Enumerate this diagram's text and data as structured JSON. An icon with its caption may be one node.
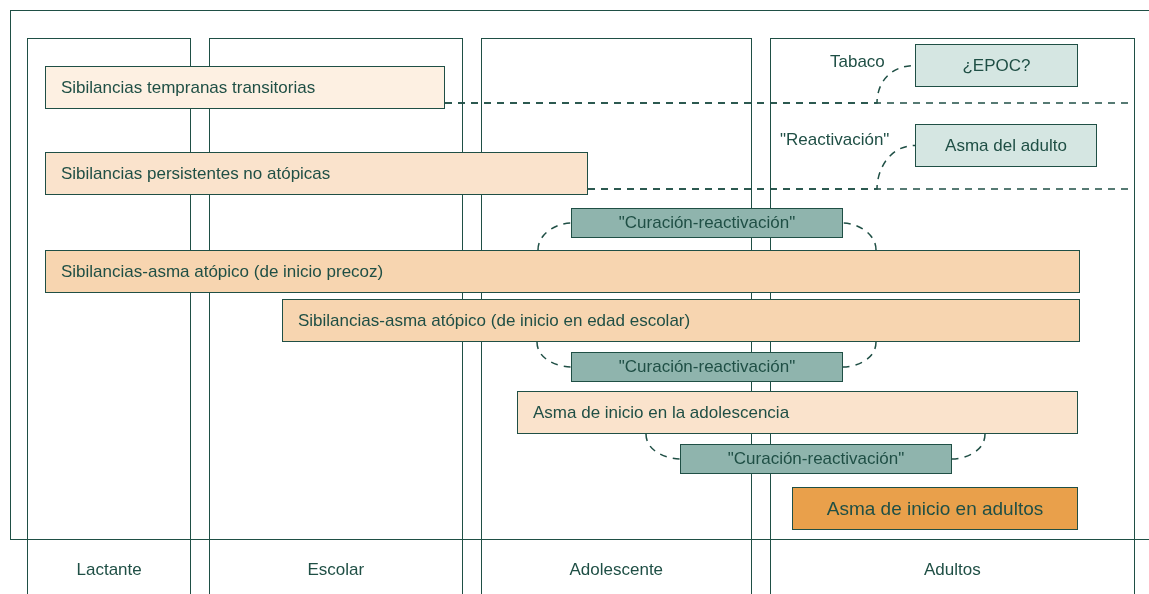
{
  "diagram": {
    "nodes": [
      {
        "text": [
          "¿EPOC?"
        ]
      },
      {
        "text": [
          "Sibilancias tempranas transitorias"
        ]
      },
      {
        "text": [
          "Asma del adulto"
        ]
      },
      {
        "text": [
          "Sibilancias persistentes no atópicas"
        ]
      },
      {
        "text": [
          "\"Curación-reactivación\""
        ]
      },
      {
        "text": [
          "Sibilancias-asma atópico (de inicio precoz)"
        ]
      },
      {
        "text": [
          "Sibilancias-asma atópico (de inicio en edad escolar)"
        ]
      },
      {
        "text": [
          "\"Curación-reactivación\""
        ]
      },
      {
        "text": [
          "Asma de inicio en la adolescencia"
        ]
      },
      {
        "text": [
          "\"Curación-reactivación\""
        ]
      },
      {
        "text": [
          "Asma de inicio en adultos"
        ]
      }
    ],
    "edges": [
      {
        "from": 1,
        "to": 0,
        "arrow": "none",
        "label": "Tabaco",
        "style": "dashed"
      },
      {
        "from": 1,
        "to": null,
        "arrow": "none",
        "style": "dashed"
      },
      {
        "from": 3,
        "to": 2,
        "arrow": "none",
        "label": "\"Reactivación\"",
        "style": "dashed"
      },
      {
        "from": 3,
        "to": null,
        "arrow": "none",
        "style": "dashed"
      },
      {
        "from": 5,
        "to": 4,
        "arrow": "none",
        "style": "dashed"
      },
      {
        "from": 5,
        "to": 4,
        "arrow": "none",
        "style": "dashed"
      },
      {
        "from": 6,
        "to": 7,
        "arrow": "none",
        "style": "dashed"
      },
      {
        "from": 6,
        "to": 7,
        "arrow": "none",
        "style": "dashed"
      },
      {
        "from": 8,
        "to": 9,
        "arrow": "none",
        "style": "dashed"
      },
      {
        "from": 8,
        "to": 9,
        "arrow": "none",
        "style": "dashed"
      }
    ],
    "labels": [
      "Lactante",
      "Escolar",
      "Adolescente",
      "Adultos"
    ]
  }
}
